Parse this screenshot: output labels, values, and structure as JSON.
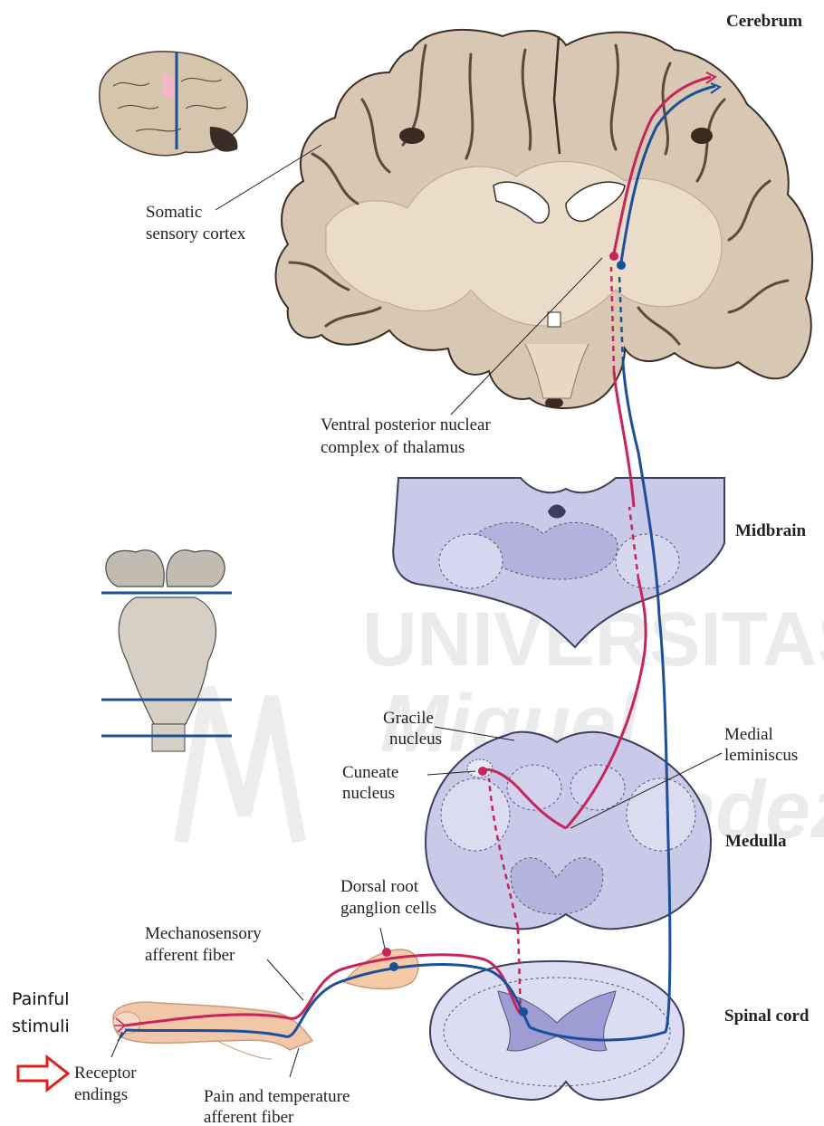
{
  "colors": {
    "brain_tissue": "#d8c7b2",
    "brain_outline": "#3a2f28",
    "brainstem_tissue": "#c9c9e8",
    "brainstem_dark": "#9a9ad0",
    "mechanosensory_pathway": "#c8245c",
    "pain_pathway": "#1b4f9c",
    "finger_skin": "#f2c7a8",
    "arrow": "#e0201b"
  },
  "sections": {
    "cerebrum": "Cerebrum",
    "midbrain": "Midbrain",
    "medulla": "Medulla",
    "spinal_cord": "Spinal cord"
  },
  "labels": {
    "somatic_cortex": [
      "Somatic",
      "sensory cortex"
    ],
    "thalamus": [
      "Ventral posterior nuclear",
      "complex of thalamus"
    ],
    "gracile": [
      "Gracile",
      "nucleus"
    ],
    "cuneate": [
      "Cuneate",
      "nucleus"
    ],
    "medial_lemniscus": [
      "Medial",
      "leminiscus"
    ],
    "drg": [
      "Dorsal root",
      "ganglion cells"
    ],
    "mechano_fiber": [
      "Mechanosensory",
      "afferent fiber"
    ],
    "pain_fiber": [
      "Pain and temperature",
      "afferent fiber"
    ],
    "receptor": [
      "Receptor",
      "endings"
    ],
    "painful_stimuli": [
      "Painful",
      "stimuli"
    ]
  },
  "watermark": [
    "UNIVERSITAS",
    "Miguel",
    "Hernández"
  ],
  "icons": {
    "brain_inset": "lateral-brain-icon",
    "brainstem_inset": "brainstem-icon",
    "arrow": "red-outline-arrow-icon"
  }
}
